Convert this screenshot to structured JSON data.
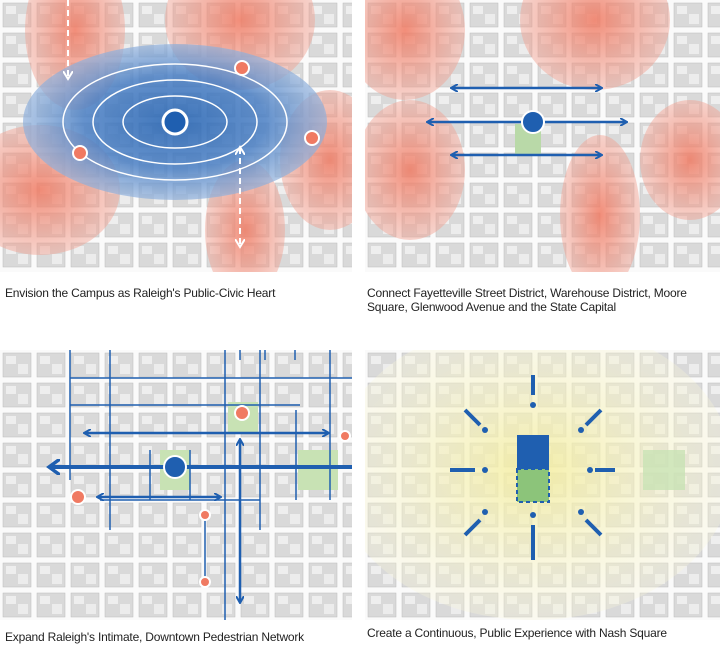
{
  "panels": [
    {
      "caption": "Envision the Campus as Raleigh's Public-Civic Heart"
    },
    {
      "caption_line1": "Connect Fayetteville Street District, Warehouse District, Moore",
      "caption_line2": "Square, Glenwood Avenue and the State Capital"
    },
    {
      "caption": "Expand Raleigh's Intimate, Downtown Pedestrian Network"
    },
    {
      "caption": "Create a Continuous, Public Experience with Nash Square"
    }
  ],
  "colors": {
    "blue": "#1f5fb0",
    "red": "#f08068",
    "green": "#9bc98a",
    "yellow": "#f6f2b8",
    "map": "#e4e4e4"
  }
}
